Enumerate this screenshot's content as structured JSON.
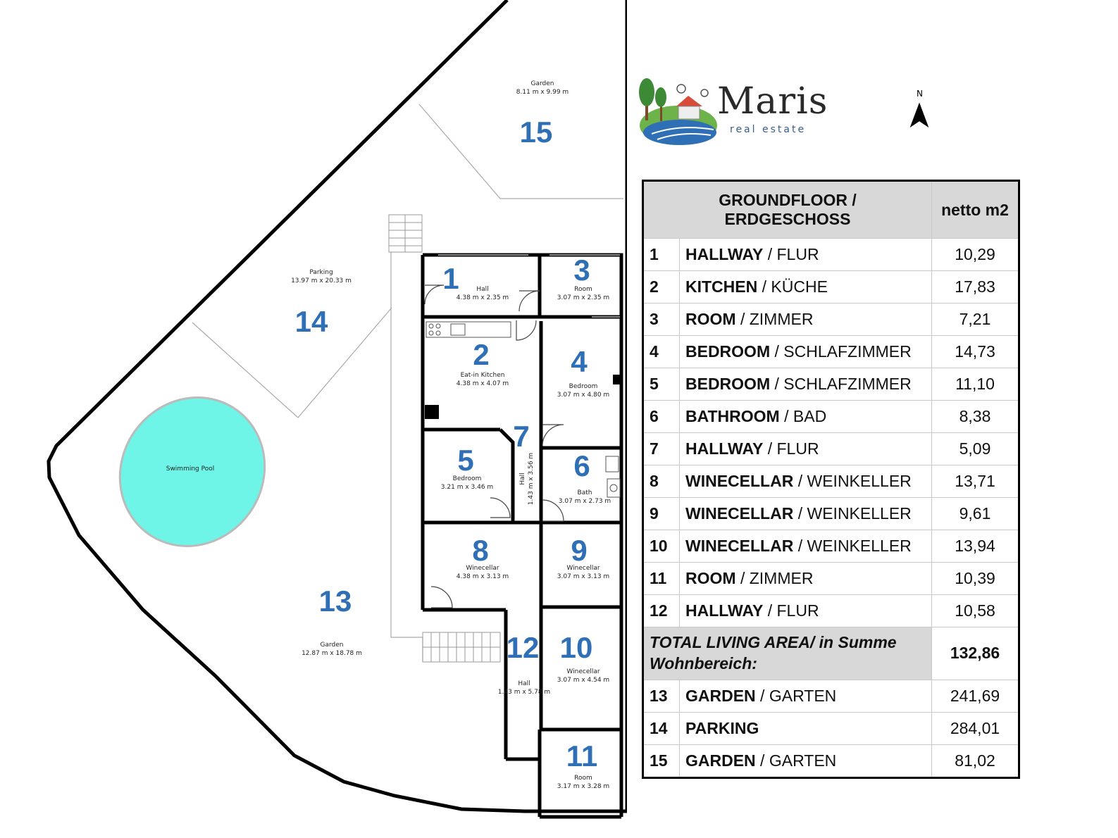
{
  "plan": {
    "rooms": [
      {
        "num": "1",
        "name": "Hall",
        "dim": "4.38 m x 2.35 m"
      },
      {
        "num": "2",
        "name": "Eat-in Kitchen",
        "dim": "4.38 m x 4.07 m"
      },
      {
        "num": "3",
        "name": "Room",
        "dim": "3.07 m x 2.35 m"
      },
      {
        "num": "4",
        "name": "Bedroom",
        "dim": "3.07 m x 4.80 m"
      },
      {
        "num": "5",
        "name": "Bedroom",
        "dim": "3.21 m x 3.46 m"
      },
      {
        "num": "6",
        "name": "Bath",
        "dim": "3.07 m x 2.73 m"
      },
      {
        "num": "7",
        "name": "Hall",
        "dim": "1.43 m x 3.56 m"
      },
      {
        "num": "8",
        "name": "Winecellar",
        "dim": "4.38 m x 3.13 m"
      },
      {
        "num": "9",
        "name": "Winecellar",
        "dim": "3.07 m x 3.13 m"
      },
      {
        "num": "10",
        "name": "Winecellar",
        "dim": "3.07 m x 4.54 m"
      },
      {
        "num": "11",
        "name": "Room",
        "dim": "3.17 m x 3.28 m"
      },
      {
        "num": "12",
        "name": "Hall",
        "dim": "1.43 m x 5.78 m"
      },
      {
        "num": "13",
        "name": "Garden",
        "dim": "12.87 m x 18.78 m"
      },
      {
        "num": "14",
        "name": "Parking",
        "dim": "13.97 m x 20.33 m"
      },
      {
        "num": "15",
        "name": "Garden",
        "dim": "8.11 m x 9.99 m"
      }
    ],
    "pool_label": "Swimming Pool",
    "colors": {
      "number": "#2f6fb5",
      "pool": "#6ef5e8",
      "wall": "#000000"
    }
  },
  "logo": {
    "title": "Maris",
    "subtitle": "real estate"
  },
  "compass": {
    "label": "N"
  },
  "table": {
    "header_name_line1": "GROUNDFLOOR /",
    "header_name_line2": "ERDGESCHOSS",
    "header_value": "netto m2",
    "rows_living": [
      {
        "n": "1",
        "en": "HALLWAY",
        "de": "FLUR",
        "v": "10,29"
      },
      {
        "n": "2",
        "en": "KITCHEN",
        "de": "KÜCHE",
        "v": "17,83"
      },
      {
        "n": "3",
        "en": "ROOM",
        "de": "ZIMMER",
        "v": "7,21"
      },
      {
        "n": "4",
        "en": "BEDROOM",
        "de": "SCHLAFZIMMER",
        "v": "14,73"
      },
      {
        "n": "5",
        "en": "BEDROOM",
        "de": "SCHLAFZIMMER",
        "v": "11,10"
      },
      {
        "n": "6",
        "en": "BATHROOM",
        "de": "BAD",
        "v": "8,38"
      },
      {
        "n": "7",
        "en": "HALLWAY",
        "de": "FLUR",
        "v": "5,09"
      },
      {
        "n": "8",
        "en": "WINECELLAR",
        "de": "WEINKELLER",
        "v": "13,71"
      },
      {
        "n": "9",
        "en": "WINECELLAR",
        "de": "WEINKELLER",
        "v": "9,61"
      },
      {
        "n": "10",
        "en": "WINECELLAR",
        "de": "WEINKELLER",
        "v": "13,94"
      },
      {
        "n": "11",
        "en": "ROOM",
        "de": "ZIMMER",
        "v": "10,39"
      },
      {
        "n": "12",
        "en": "HALLWAY",
        "de": "FLUR",
        "v": "10,58"
      }
    ],
    "total_label": "TOTAL LIVING AREA/ in Summe Wohnbereich:",
    "total_value": "132,86",
    "rows_outdoor": [
      {
        "n": "13",
        "en": "GARDEN",
        "de": "GARTEN",
        "v": "241,69"
      },
      {
        "n": "14",
        "en": "PARKING",
        "de": "",
        "v": "284,01"
      },
      {
        "n": "15",
        "en": "GARDEN",
        "de": "GARTEN",
        "v": "81,02"
      }
    ]
  }
}
